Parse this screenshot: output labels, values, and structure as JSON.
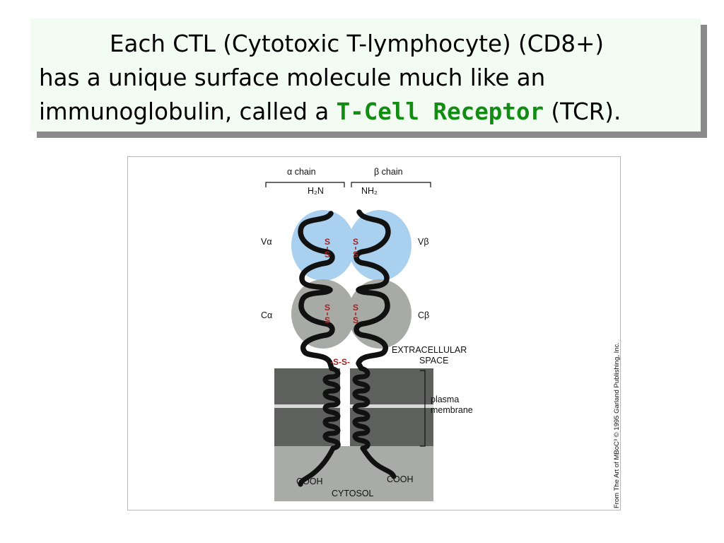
{
  "slide": {
    "line1": "Each CTL (Cytotoxic T-lymphocyte) (CD8+)",
    "line2": "has a unique surface molecule much like an",
    "line3_before": "immunoglobulin, called a ",
    "line3_term": "T-Cell Receptor",
    "line3_after": " (TCR).",
    "term_color": "#138c13"
  },
  "figure": {
    "alpha_chain": "α chain",
    "beta_chain": "β chain",
    "h2n": "H₂N",
    "nh2": "NH₂",
    "v_alpha": "Vα",
    "v_beta": "Vβ",
    "c_alpha": "Cα",
    "c_beta": "Cβ",
    "disulfide_s": "S",
    "interchain_disulfide": "-S-S-",
    "extracellular_1": "EXTRACELLULAR",
    "extracellular_2": "SPACE",
    "plasma_1": "plasma",
    "plasma_2": "membrane",
    "cooh_left": "COOH",
    "cooh_right": "COOH",
    "cytosol": "CYTOSOL",
    "credit": "From The Art of MBoC³ © 1995 Garland Publishing, Inc.",
    "colors": {
      "variable_domain": "#a9d0ef",
      "constant_domain": "#a8aaa6",
      "membrane_dark": "#5e605d",
      "cytosol": "#a9aba8",
      "chain": "#111111",
      "disulfide": "#a02323"
    }
  }
}
